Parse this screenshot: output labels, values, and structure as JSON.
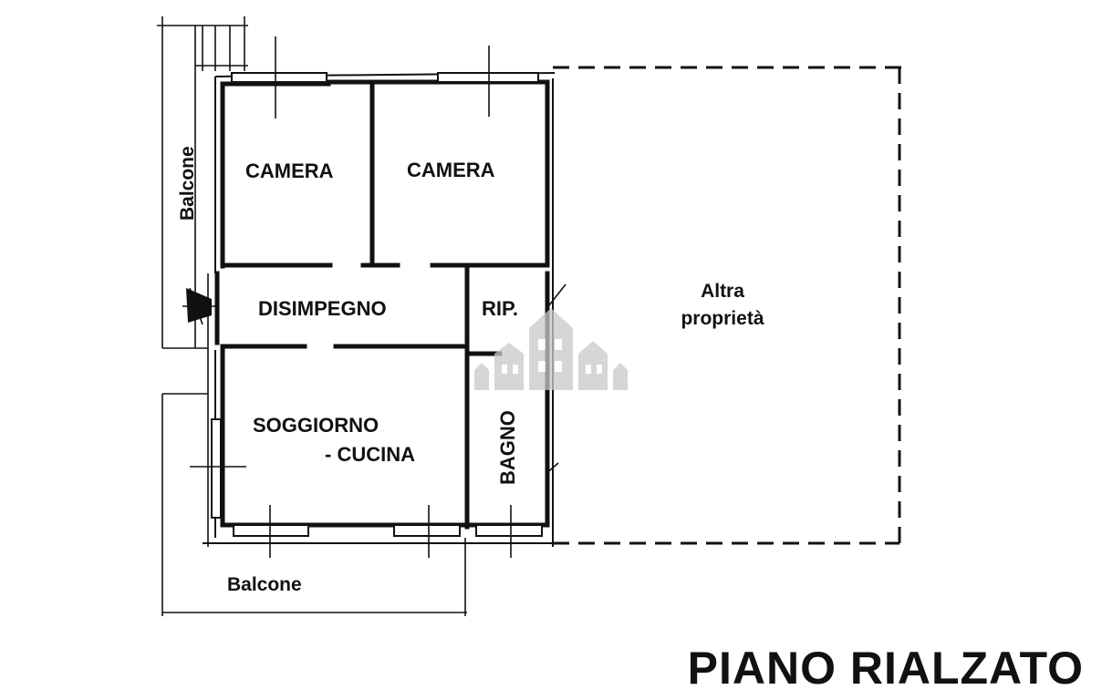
{
  "rooms": {
    "camera_left": "CAMERA",
    "camera_right": "CAMERA",
    "disimpegno": "DISIMPEGNO",
    "ripostiglio": "RIP.",
    "soggiorno_line1": "SOGGIORNO",
    "soggiorno_line2": "- CUCINA",
    "bagno": "BAGNO"
  },
  "exterior": {
    "balcone_left": "Balcone",
    "balcone_bottom": "Balcone",
    "altra_line1": "Altra",
    "altra_line2": "proprietà"
  },
  "title": "PIANO RIALZATO",
  "watermark_icon": "buildings-watermark-icon"
}
